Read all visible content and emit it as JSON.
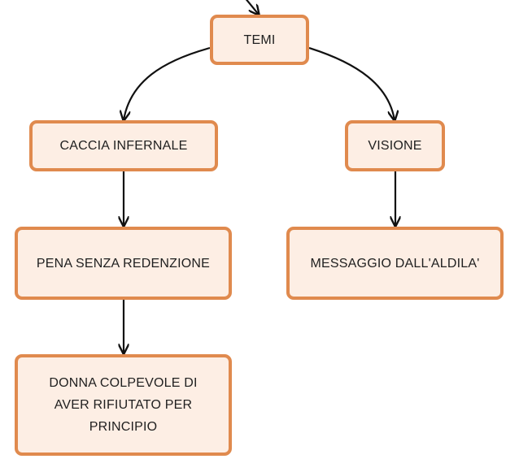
{
  "nodes": {
    "temi": "TEMI",
    "caccia": "CACCIA INFERNALE",
    "visione": "VISIONE",
    "pena": "PENA SENZA REDENZIONE",
    "messaggio": "MESSAGGIO DALL'ALDILA'",
    "donna": "DONNA COLPEVOLE DI AVER RIFIUTATO PER PRINCIPIO"
  },
  "colors": {
    "node_border": "#e08a4e",
    "node_fill": "#fdeee4",
    "edge": "#111111",
    "text": "#1f1f1f"
  }
}
